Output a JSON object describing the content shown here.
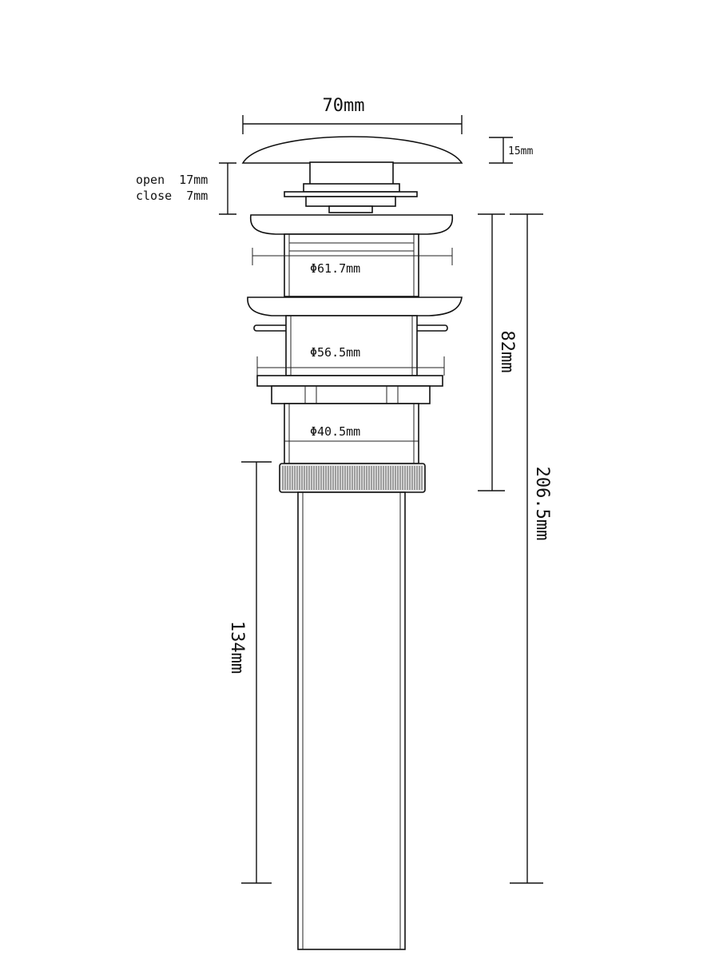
{
  "dimensions": {
    "top_width": "70mm",
    "cap_height": "15mm",
    "stroke_open": "open  17mm",
    "stroke_close": "close  7mm",
    "diameter_upper": "Φ61.7mm",
    "diameter_middle": "Φ56.5mm",
    "diameter_lower": "Φ40.5mm",
    "body_length": "82mm",
    "total_length": "206.5mm",
    "tail_length": "134mm"
  }
}
